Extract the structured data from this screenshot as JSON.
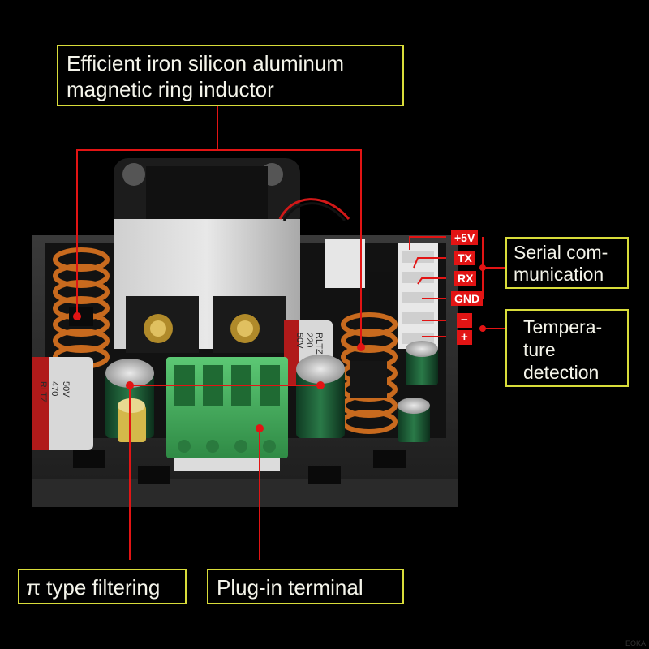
{
  "callouts": {
    "inductor": {
      "line1": "Efficient iron silicon aluminum",
      "line2": "magnetic ring inductor"
    },
    "serial": {
      "line1": "Serial com-",
      "line2": "munication"
    },
    "temperature": {
      "line1": "Tempera-",
      "line2": "ture",
      "line3": "detection"
    },
    "filtering": {
      "label": "π type filtering"
    },
    "terminal": {
      "label": "Plug-in terminal"
    }
  },
  "pins": {
    "v5": "+5V",
    "tx": "TX",
    "rx": "RX",
    "gnd": "GND",
    "minus": "−",
    "plus": "+"
  },
  "capacitors": {
    "left": {
      "line1": "RLTZ",
      "line2": "470",
      "line3": "50V"
    },
    "right": {
      "line1": "RLTZ",
      "line2": "220",
      "line3": "50V"
    }
  },
  "watermark": "EOKA",
  "colors": {
    "background": "#000000",
    "callout_border": "#d8dc3a",
    "callout_text": "#f4f4ea",
    "leader_line": "#e21414",
    "pin_label": "#e21414",
    "terminal_block": "#3fae5a",
    "pcb": "#121212",
    "inductor_copper": "#c86a1e"
  }
}
